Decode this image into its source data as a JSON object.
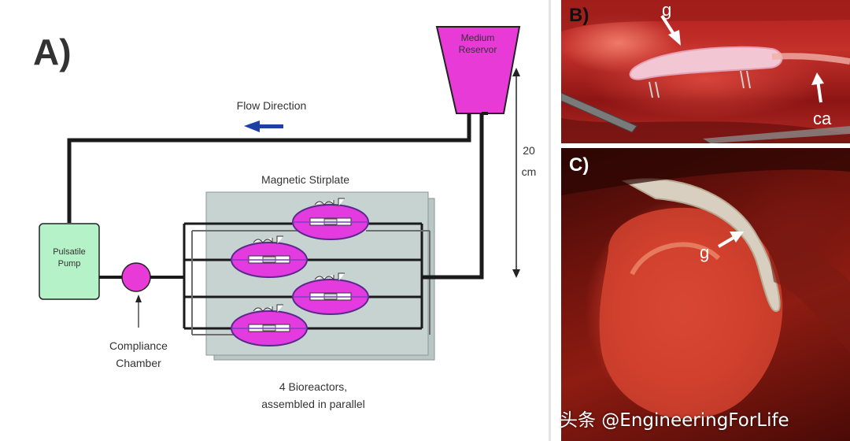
{
  "panel_a": {
    "label": "A)",
    "medium_reservoir": [
      "Medium",
      "Reservor"
    ],
    "flow_direction": "Flow Direction",
    "height_value": "20",
    "height_unit": "cm",
    "stirplate": "Magnetic Stirplate",
    "pump": [
      "Pulsatile",
      "Pump"
    ],
    "compliance": [
      "Compliance",
      "Chamber"
    ],
    "bioreactors": [
      "4 Bioreactors,",
      "assembled in parallel"
    ],
    "colors": {
      "reservoir": "#e83ad6",
      "pump": "#b6f2c8",
      "plate": "#c7d3d0",
      "bioreactor": "#e33be0",
      "arrow": "#1f3fa8"
    }
  },
  "panel_b": {
    "label": "B)",
    "graft": "g",
    "artery": "ca"
  },
  "panel_c": {
    "label": "C)",
    "graft": "g"
  },
  "watermark": "头条 @EngineeringForLife"
}
